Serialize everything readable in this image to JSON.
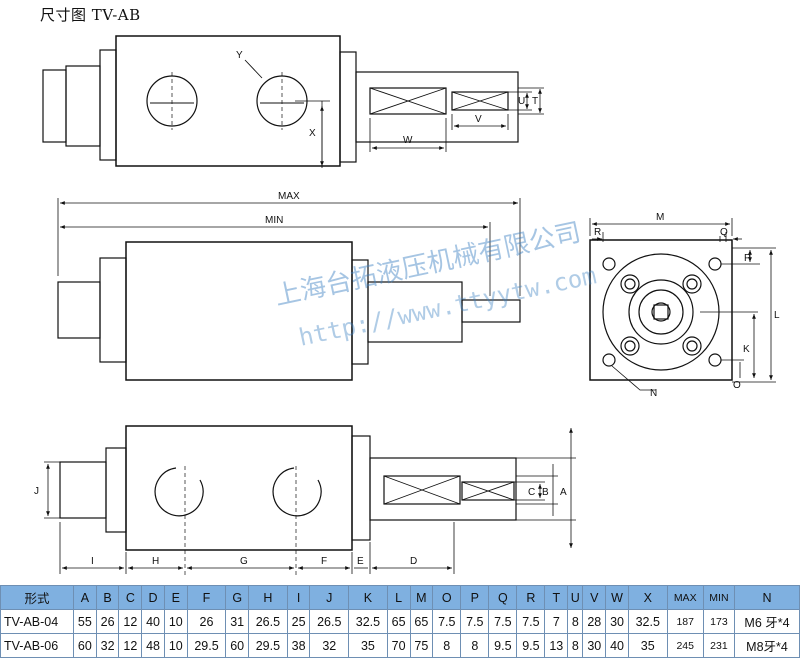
{
  "title": "尺寸图 TV-AB",
  "watermark": {
    "company": "上海台拓液压机械有限公司",
    "url": "http://www.ttyytw.com"
  },
  "top_view_labels": {
    "y": "Y",
    "x": "X",
    "w": "W",
    "v": "V",
    "u": "U",
    "t": "T"
  },
  "front_view_labels": {
    "max": "MAX",
    "min": "MIN"
  },
  "end_view_labels": {
    "m": "M",
    "r": "R",
    "q": "Q",
    "p": "P",
    "l": "L",
    "k": "K",
    "o": "O",
    "n": "N"
  },
  "bottom_view_labels": {
    "j": "J",
    "c": "C",
    "b": "B",
    "a": "A",
    "i": "I",
    "h": "H",
    "g": "G",
    "f": "F",
    "e": "E",
    "d": "D"
  },
  "table": {
    "headers": [
      "形式",
      "A",
      "B",
      "C",
      "D",
      "E",
      "F",
      "G",
      "H",
      "I",
      "J",
      "K",
      "L",
      "M",
      "O",
      "P",
      "Q",
      "R",
      "T",
      "U",
      "V",
      "W",
      "X",
      "MAX",
      "MIN",
      "N"
    ],
    "rows": [
      [
        "TV-AB-04",
        "55",
        "26",
        "12",
        "40",
        "10",
        "26",
        "31",
        "26.5",
        "25",
        "26.5",
        "32.5",
        "65",
        "65",
        "7.5",
        "7.5",
        "7.5",
        "7.5",
        "7",
        "8",
        "28",
        "30",
        "32.5",
        "187",
        "173",
        "M6 牙*4"
      ],
      [
        "TV-AB-06",
        "60",
        "32",
        "12",
        "48",
        "10",
        "29.5",
        "60",
        "29.5",
        "38",
        "32",
        "35",
        "70",
        "75",
        "8",
        "8",
        "9.5",
        "9.5",
        "13",
        "8",
        "30",
        "40",
        "35",
        "245",
        "231",
        "M8牙*4"
      ]
    ]
  }
}
